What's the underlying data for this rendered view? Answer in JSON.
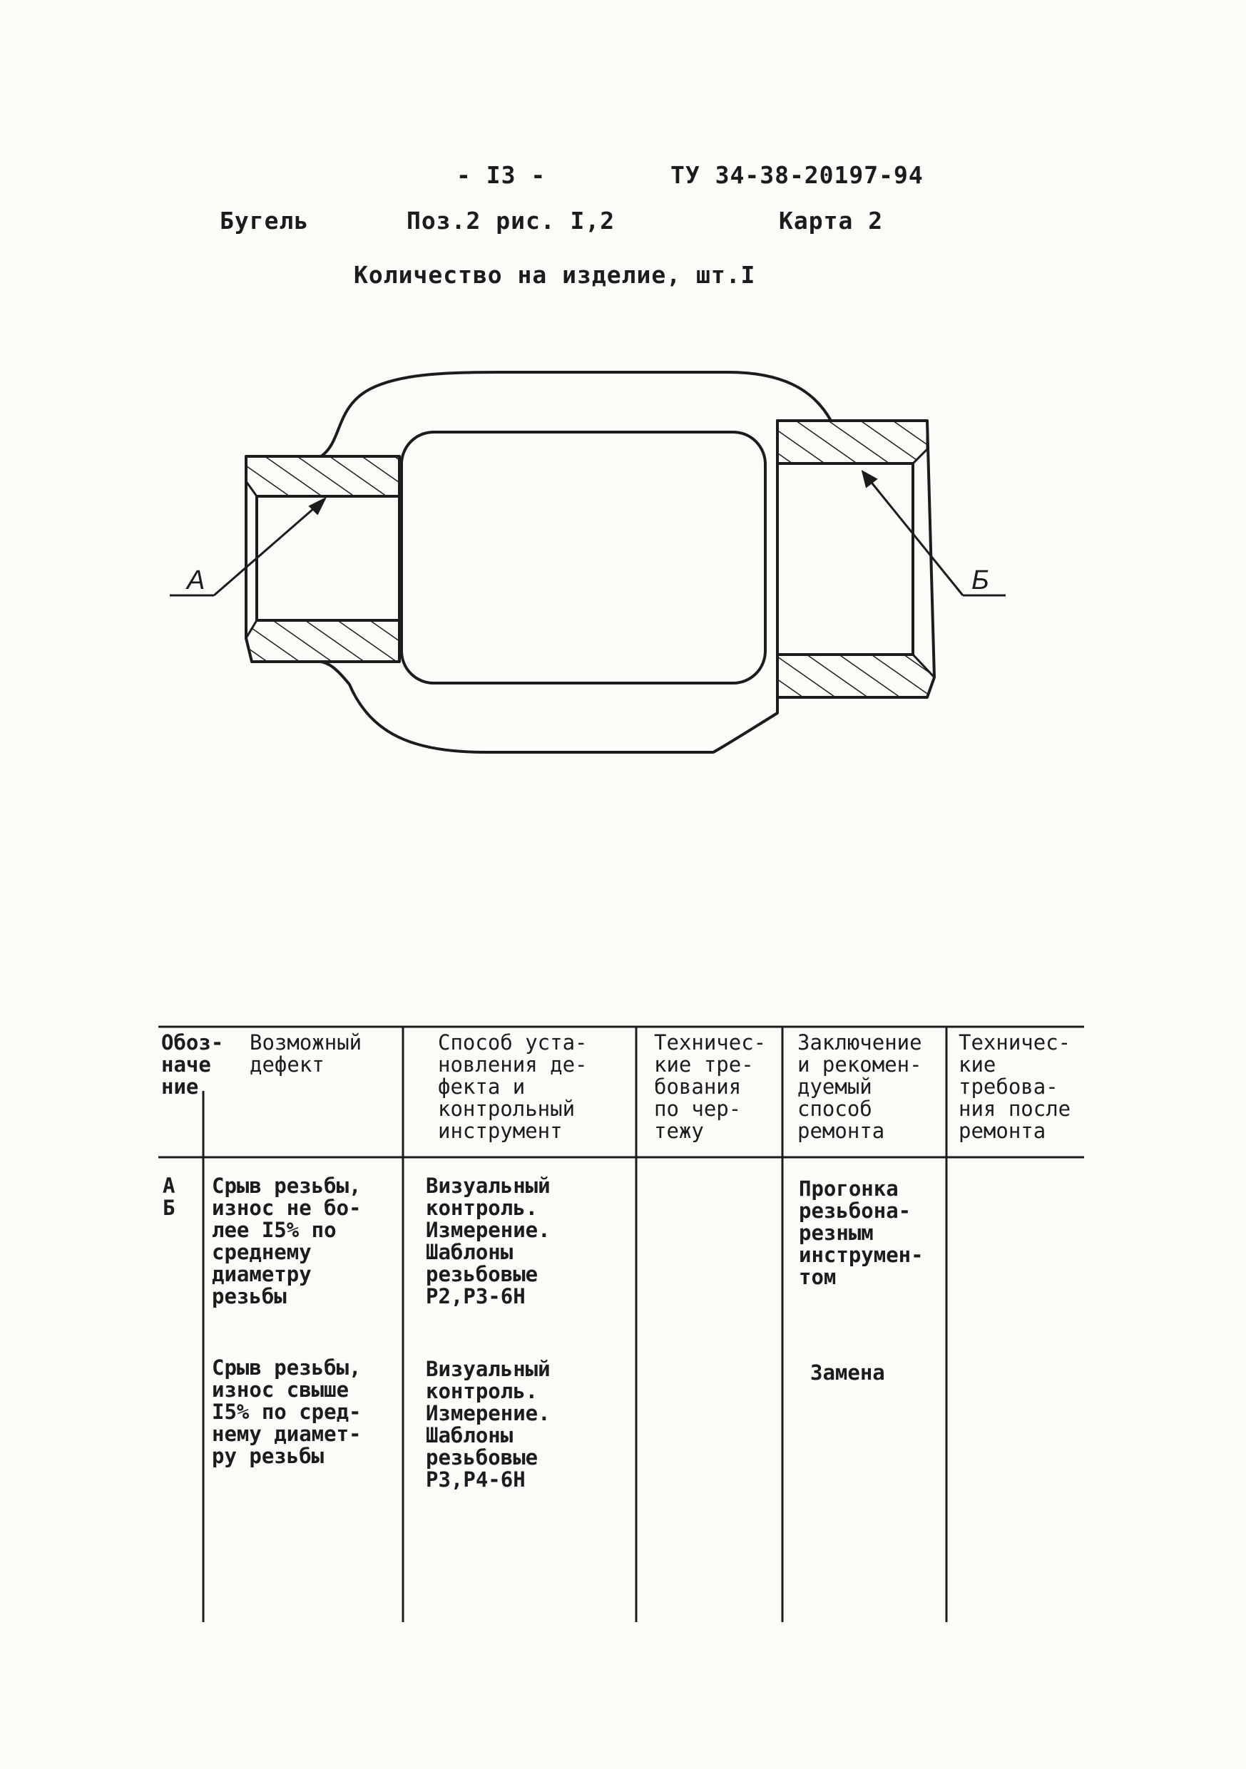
{
  "header": {
    "page_number": "- I3 -",
    "doc_code": "ТУ 34-38-20197-94",
    "part_name": "Бугель",
    "position_ref": "Поз.2 рис. I,2",
    "card": "Карта 2",
    "quantity": "Количество на изделие,  шт.I"
  },
  "drawing": {
    "label_a": "А",
    "label_b": "Б"
  },
  "table": {
    "headers": [
      [
        "Обоз-",
        "наче",
        "ние"
      ],
      [
        "Возможный",
        "дефект"
      ],
      [
        "Способ уста-",
        "новления де-",
        "фекта и",
        "контрольный",
        "инструмент"
      ],
      [
        "Техничес-",
        "кие тре-",
        "бования",
        "по чер-",
        "тежу"
      ],
      [
        "Заключение",
        "и рекомен-",
        "дуемый",
        "способ",
        "ремонта"
      ],
      [
        "Техничес-",
        "кие",
        "требова-",
        "ния после",
        "ремонта"
      ]
    ],
    "designation": [
      "А",
      "Б"
    ],
    "rows": [
      {
        "defect": [
          "Срыв резьбы,",
          "износ не бо-",
          "лее I5% по",
          "среднему",
          "диаметру",
          "резьбы"
        ],
        "method": [
          "Визуальный",
          "контроль.",
          "Измерение.",
          "Шаблоны",
          "резьбовые",
          "Р2,Р3-6Н"
        ],
        "repair": [
          "Прогонка",
          "резьбона-",
          "резным",
          "инструмен-",
          "том"
        ]
      },
      {
        "defect": [
          "Срыв резьбы,",
          "износ свыше",
          "I5% по сред-",
          "нему диамет-",
          "ру резьбы"
        ],
        "method": [
          "Визуальный",
          "контроль.",
          "Измерение.",
          "Шаблоны",
          "резьбовые",
          "Р3,Р4-6Н"
        ],
        "repair": [
          "Замена"
        ]
      }
    ]
  }
}
